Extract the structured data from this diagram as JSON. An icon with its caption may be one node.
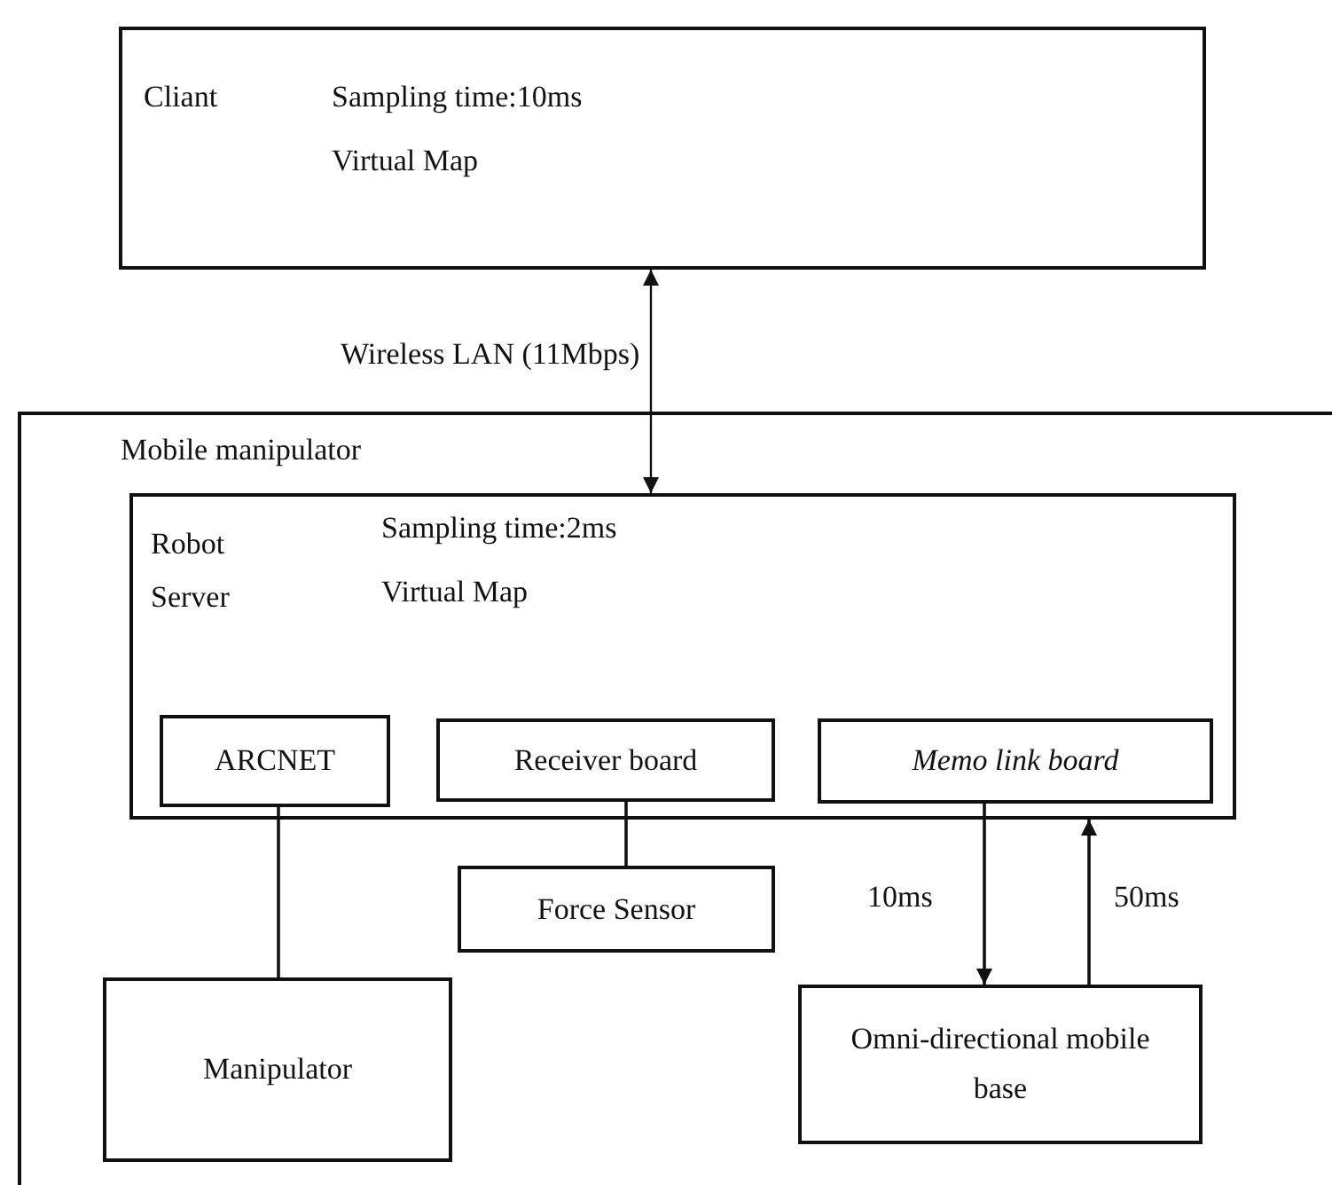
{
  "diagram": {
    "nodes": [
      {
        "text": [
          "Cliant",
          "Sampling time:10ms",
          "Virtual Map"
        ]
      },
      {
        "text": [
          "Mobile manipulator"
        ]
      },
      {
        "text": [
          "Robot Server",
          "Sampling time:2ms",
          "Virtual Map"
        ],
        "in": 1
      },
      {
        "text": [
          "ARCNET"
        ],
        "in": 2
      },
      {
        "text": [
          "Receiver board"
        ],
        "in": 2
      },
      {
        "text": [
          "Memo link board"
        ],
        "in": 2
      },
      {
        "text": [
          "Force Sensor"
        ],
        "in": 1
      },
      {
        "text": [
          "Manipulator"
        ],
        "in": 1
      },
      {
        "text": [
          "Omni-directional mobile base"
        ],
        "in": 1
      }
    ],
    "edges": [
      {
        "from": 0,
        "to": 2,
        "arrow": "both",
        "label": "Wireless LAN (11Mbps)"
      },
      {
        "from": 3,
        "to": 7,
        "arrow": "none"
      },
      {
        "from": 4,
        "to": 6,
        "arrow": "none"
      },
      {
        "from": 5,
        "to": 8,
        "arrow": "to",
        "label": "10ms"
      },
      {
        "from": 8,
        "to": 2,
        "arrow": "to",
        "label": "50ms"
      }
    ]
  }
}
